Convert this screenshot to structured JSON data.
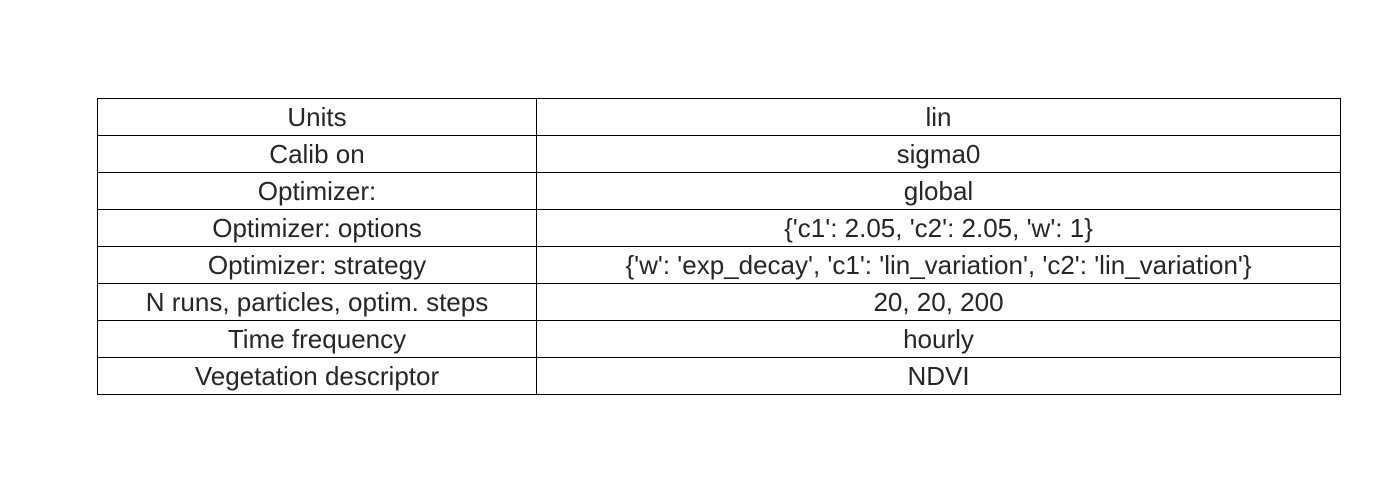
{
  "chart_data": {
    "type": "table",
    "rows": [
      {
        "key": "Units",
        "value": "lin"
      },
      {
        "key": "Calib on",
        "value": "sigma0"
      },
      {
        "key": "Optimizer:",
        "value": "global"
      },
      {
        "key": "Optimizer: options",
        "value": "{'c1': 2.05, 'c2': 2.05, 'w': 1}"
      },
      {
        "key": "Optimizer: strategy",
        "value": "{'w': 'exp_decay', 'c1': 'lin_variation', 'c2': 'lin_variation'}"
      },
      {
        "key": "N runs, particles, optim. steps",
        "value": "20, 20, 200"
      },
      {
        "key": "Time frequency",
        "value": "hourly"
      },
      {
        "key": "Vegetation descriptor",
        "value": "NDVI"
      }
    ]
  },
  "colors": {
    "border": "#000000",
    "text": "#262626",
    "background": "#ffffff"
  }
}
